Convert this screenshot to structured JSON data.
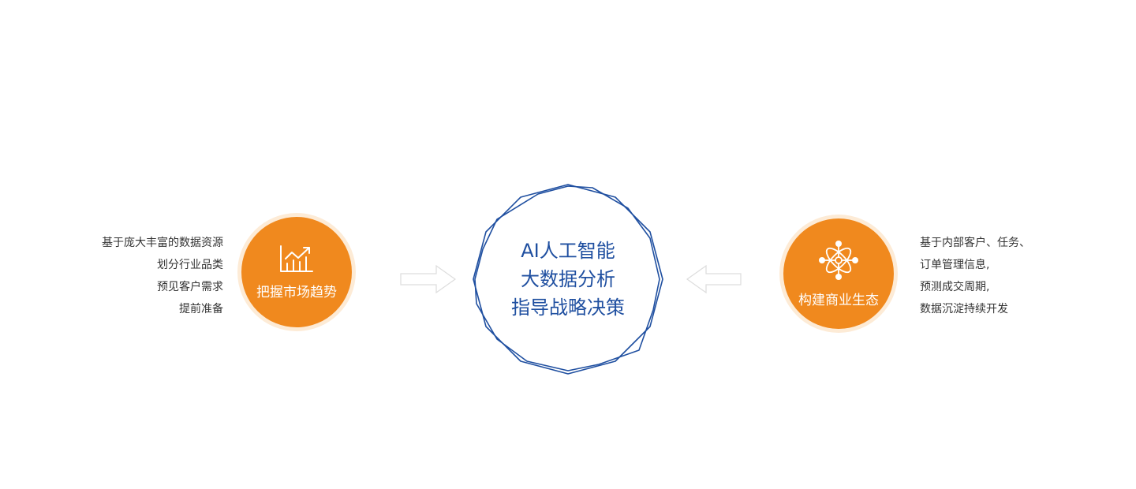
{
  "left_panel": {
    "description_lines": [
      "基于庞大丰富的数据资源",
      "划分行业品类",
      "预见客户需求",
      "提前准备"
    ],
    "circle": {
      "label": "把握市场趋势",
      "icon": "trend-chart-icon",
      "color": "#f0891e",
      "halo_color": "#fdebd6"
    }
  },
  "center": {
    "lines": [
      "AI人工智能",
      "大数据分析",
      "指导战略决策"
    ],
    "text_color": "#1f4fa0",
    "outline_color": "#1f4fa0",
    "shape": "double-dodecagon"
  },
  "arrows": {
    "left": {
      "direction": "right",
      "icon": "arrow-right-icon",
      "color": "#dddddd"
    },
    "right": {
      "direction": "left",
      "icon": "arrow-left-icon",
      "color": "#dddddd"
    }
  },
  "right_panel": {
    "description_lines": [
      "基于内部客户、任务、",
      "订单管理信息,",
      "预测成交周期,",
      "数据沉淀持续开发"
    ],
    "circle": {
      "label": "构建商业生态",
      "icon": "atom-icon",
      "color": "#f0891e",
      "halo_color": "#fdebd6"
    }
  }
}
